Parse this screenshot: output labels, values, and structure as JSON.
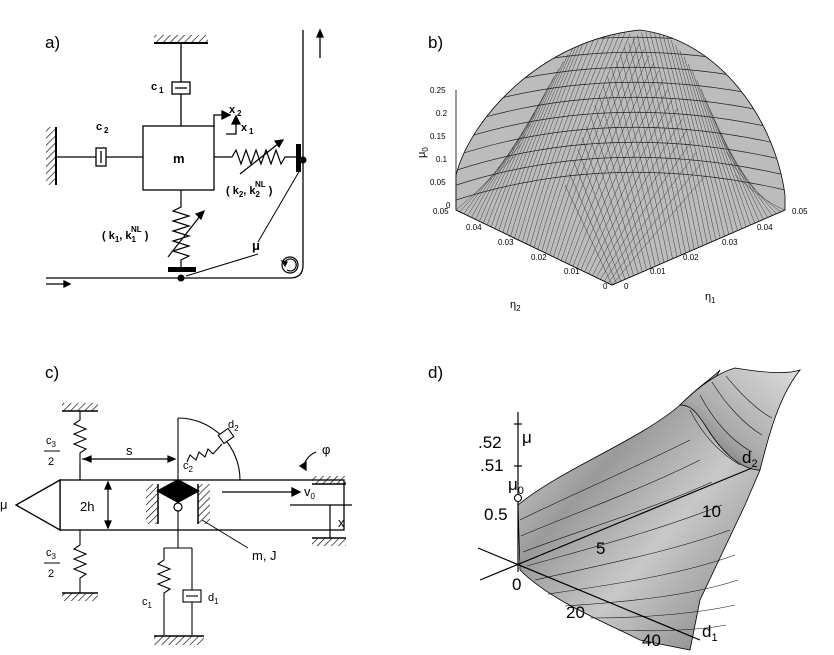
{
  "panels": {
    "a": {
      "label": "a)",
      "mass": "m",
      "c1": "c",
      "c1_sub": "1",
      "c2": "c",
      "c2_sub": "2",
      "x2": "x",
      "x2_sub": "2",
      "x1": "x",
      "x1_sub": "1",
      "k2_label": "( k",
      "k2_sub": "2",
      "k2_mid": ", k",
      "k2_sub2": "2",
      "k2_sup": "NL",
      "k2_end": " )",
      "k1_label": "( k",
      "k1_sub": "1",
      "k1_mid": ", k",
      "k1_sub2": "1",
      "k1_sup": "NL",
      "k1_end": " )",
      "mu": "μ"
    },
    "b": {
      "label": "b)",
      "z_axis": "μ",
      "z_sub": "0",
      "z_ticks": [
        "0.25",
        "0.2",
        "0.15",
        "0.1",
        "0.05",
        "0"
      ],
      "eta2_ticks": [
        "0.05",
        "0.04",
        "0.03",
        "0.02",
        "0.01",
        "0"
      ],
      "eta1_ticks": [
        "0",
        "0.01",
        "0.02",
        "0.03",
        "0.04",
        "0.05"
      ],
      "eta2": "η",
      "eta2_sub": "2",
      "eta1": "η",
      "eta1_sub": "1"
    },
    "c": {
      "label": "c)",
      "c3_top_num": "c",
      "c3_top_sub": "3",
      "c3_top_den": "2",
      "c3_bot_num": "c",
      "c3_bot_sub": "3",
      "c3_bot_den": "2",
      "s": "s",
      "d2": "d",
      "d2_sub": "2",
      "c2": "c",
      "c2_sub": "2",
      "phi": "φ",
      "mu": "μ",
      "h": "2h",
      "v0": "v",
      "v0_sub": "0",
      "x": "x",
      "mJ": "m, J",
      "c1": "c",
      "c1_sub": "1",
      "d1": "d",
      "d1_sub": "1"
    },
    "d": {
      "label": "d)",
      "mu_ticks": [
        ".52",
        ".51",
        "0.5"
      ],
      "mu": "μ",
      "mu0": "μ",
      "mu0_sub": "0",
      "d2": "d",
      "d2_sub": "2",
      "d2_ticks": [
        "10",
        "5"
      ],
      "origin": "0",
      "d1_ticks": [
        "20",
        "40"
      ],
      "d1": "d",
      "d1_sub": "1"
    }
  }
}
